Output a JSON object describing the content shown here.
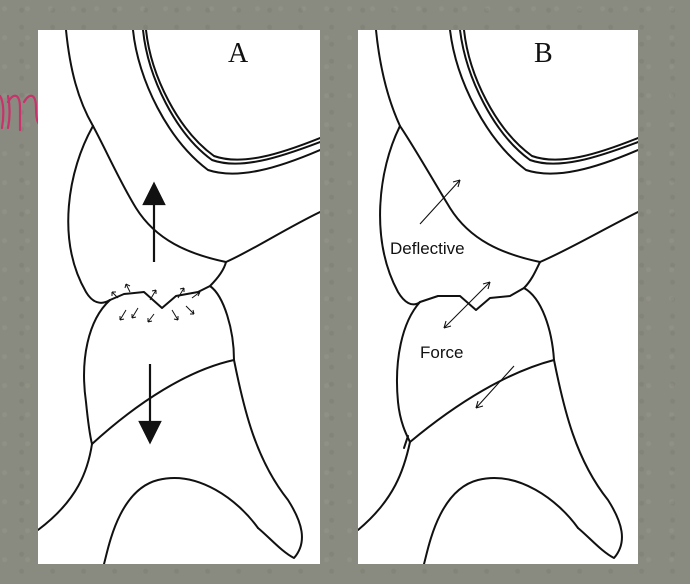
{
  "panel_a": {
    "letter": "A"
  },
  "panel_b": {
    "letter": "B",
    "labels": {
      "deflective": "Deflective",
      "force": "Force"
    }
  },
  "colors": {
    "background": "#8a8b80",
    "panel": "#ffffff",
    "ink": "#111111",
    "annotation": "#c8336c"
  },
  "icons": {
    "annotation": "handwritten-pen-mark"
  }
}
